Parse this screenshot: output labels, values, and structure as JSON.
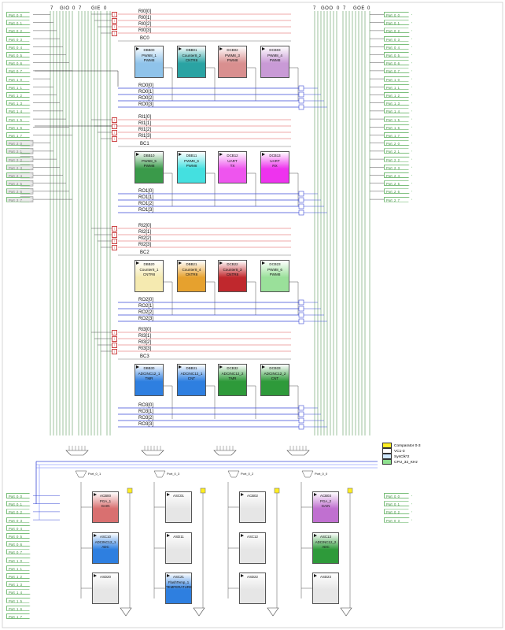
{
  "top_headers": {
    "left": [
      "7",
      "GIO",
      "0",
      "7",
      "GIE",
      "0"
    ],
    "right": [
      "7",
      "GOO",
      "0",
      "7",
      "GOE",
      "0"
    ]
  },
  "left_pins": [
    "Port_0_0",
    "Port_0_1",
    "Port_0_2",
    "Port_0_3",
    "Port_0_4",
    "Port_0_5",
    "Port_0_6",
    "Port_0_7",
    "Port_1_0",
    "Port_1_1",
    "Port_1_2",
    "Port_1_3",
    "Port_1_4",
    "Port_1_5",
    "Port_1_6",
    "Port_1_7",
    "Port_2_0",
    "Port_2_1",
    "Port_2_2",
    "Port_2_3",
    "Port_2_4",
    "Port_2_5",
    "Port_2_6",
    "Port_2_7"
  ],
  "right_pins": [
    "Port_0_0",
    "Port_0_1",
    "Port_0_2",
    "Port_0_3",
    "Port_0_4",
    "Port_0_5",
    "Port_0_6",
    "Port_0_7",
    "Port_1_0",
    "Port_1_1",
    "Port_1_2",
    "Port_1_3",
    "Port_1_4",
    "Port_1_5",
    "Port_1_6",
    "Port_1_7",
    "Port_2_0",
    "Port_2_1",
    "Port_2_2",
    "Port_2_3",
    "Port_2_4",
    "Port_2_5",
    "Port_2_6",
    "Port_2_7"
  ],
  "lower_left_pins": [
    "Port_0_0",
    "Port_0_1",
    "Port_0_2",
    "Port_0_3",
    "Port_0_4",
    "Port_0_5",
    "Port_0_6",
    "Port_0_7",
    "Port_1_0",
    "Port_1_1",
    "Port_1_2",
    "Port_1_3",
    "Port_1_4",
    "Port_1_5",
    "Port_1_6",
    "Port_1_7"
  ],
  "lower_right_pins": [
    "Port_0_0",
    "Port_0_1",
    "Port_0_2",
    "Port_0_3"
  ],
  "rows": [
    {
      "ri": [
        "RI0[0]",
        "RI0[1]",
        "RI0[2]",
        "RI0[3]"
      ],
      "bc": "BC0",
      "ro": [
        "RO0[0]",
        "RO0[1]",
        "RO0[2]",
        "RO0[3]"
      ],
      "blocks": [
        {
          "id": "DBB00",
          "l1": "PWM8_1",
          "l2": "PWM8",
          "color": "#8fc3ea"
        },
        {
          "id": "DBB01",
          "l1": "Counter8_2",
          "l2": "CNTR8",
          "color": "#2aa3a3"
        },
        {
          "id": "DCB02",
          "l1": "PWM8_3",
          "l2": "PWM8",
          "color": "#d98f8f"
        },
        {
          "id": "DCB03",
          "l1": "PWM8_4",
          "l2": "PWM8",
          "color": "#c99ad6"
        }
      ]
    },
    {
      "ri": [
        "RI1[0]",
        "RI1[1]",
        "RI1[2]",
        "RI1[3]"
      ],
      "bc": "BC1",
      "ro": [
        "RO1[0]",
        "RO1[1]",
        "RO1[2]",
        "RO1[3]"
      ],
      "blocks": [
        {
          "id": "DBB10",
          "l1": "PWM8_5",
          "l2": "PWM8",
          "color": "#3a9a4a"
        },
        {
          "id": "DBB11",
          "l1": "PWM8_6",
          "l2": "PWM8",
          "color": "#44e0e0"
        },
        {
          "id": "DCB12",
          "l1": "UART",
          "l2": "TX",
          "color": "#ee55ee"
        },
        {
          "id": "DCB13",
          "l1": "UART",
          "l2": "RX",
          "color": "#ee33ee"
        }
      ]
    },
    {
      "ri": [
        "RI2[0]",
        "RI2[1]",
        "RI2[2]",
        "RI2[3]"
      ],
      "bc": "BC2",
      "ro": [
        "RO2[0]",
        "RO2[1]",
        "RO2[2]",
        "RO2[3]"
      ],
      "blocks": [
        {
          "id": "DBB20",
          "l1": "Counter8_1",
          "l2": "CNTR8",
          "color": "#f5eab0"
        },
        {
          "id": "DBB21",
          "l1": "Counter8_4",
          "l2": "CNTR8",
          "color": "#e6a12e"
        },
        {
          "id": "DCB22",
          "l1": "Counter8_3",
          "l2": "CNTR8",
          "color": "#c0282d"
        },
        {
          "id": "DCB23",
          "l1": "PWM8_6",
          "l2": "PWM8",
          "color": "#9ae09a"
        }
      ]
    },
    {
      "ri": [
        "RI3[0]",
        "RI3[1]",
        "RI3[2]",
        "RI3[3]"
      ],
      "bc": "BC3",
      "ro": [
        "RO3[0]",
        "RO3[1]",
        "RO3[2]",
        "RO3[3]"
      ],
      "blocks": [
        {
          "id": "DBB30",
          "l1": "ADCINC12_1",
          "l2": "TMR",
          "color": "#2e7fe0"
        },
        {
          "id": "DBB31",
          "l1": "ADCINC12_1",
          "l2": "CNT",
          "color": "#2e7fe0"
        },
        {
          "id": "DCB32",
          "l1": "ADCINC12_2",
          "l2": "TMR",
          "color": "#2e9a3a"
        },
        {
          "id": "DCB33",
          "l1": "ADCINC12_2",
          "l2": "CNT",
          "color": "#2e9a3a"
        }
      ]
    }
  ],
  "analog_blocks": [
    [
      {
        "id": "ACB00",
        "l1": "PGA_1",
        "l2": "GAIN",
        "color": "#d97070"
      },
      {
        "id": "ASC10",
        "l1": "ADCINC12_1",
        "l2": "ADC",
        "color": "#2e7fe0"
      },
      {
        "id": "ASD20",
        "l1": "",
        "l2": "",
        "color": "#e6e6e6"
      }
    ],
    [
      {
        "id": "ASC01",
        "l1": "",
        "l2": "",
        "color": "#e6e6e6"
      },
      {
        "id": "ASD11",
        "l1": "",
        "l2": "",
        "color": "#e6e6e6"
      },
      {
        "id": "ASC21",
        "l1": "FlashTemp_1",
        "l2": "TEMPERATURE",
        "color": "#2e7fe0"
      }
    ],
    [
      {
        "id": "ACB02",
        "l1": "",
        "l2": "",
        "color": "#e6e6e6"
      },
      {
        "id": "ASC12",
        "l1": "",
        "l2": "",
        "color": "#e6e6e6"
      },
      {
        "id": "ASD22",
        "l1": "",
        "l2": "",
        "color": "#e6e6e6"
      }
    ],
    [
      {
        "id": "ACB03",
        "l1": "PGA_2",
        "l2": "GAIN",
        "color": "#c070d0"
      },
      {
        "id": "ASC13",
        "l1": "ADCINC12_2",
        "l2": "ADC",
        "color": "#2e9a3a"
      },
      {
        "id": "ASD23",
        "l1": "",
        "l2": "",
        "color": "#e6e6e6"
      }
    ]
  ],
  "mux_labels": [
    "Port_0_1",
    "Port_0_3",
    "Port_0_2",
    "Port_0_0"
  ],
  "legend": [
    {
      "label": "Comparator 0-3",
      "color": "#ffee22"
    },
    {
      "label": "VC1-3",
      "color": "#ffffff"
    },
    {
      "label": "SysClk*2",
      "color": "#cfe8ff"
    },
    {
      "label": "CPU_32_KHz",
      "color": "#8ee08e"
    }
  ]
}
